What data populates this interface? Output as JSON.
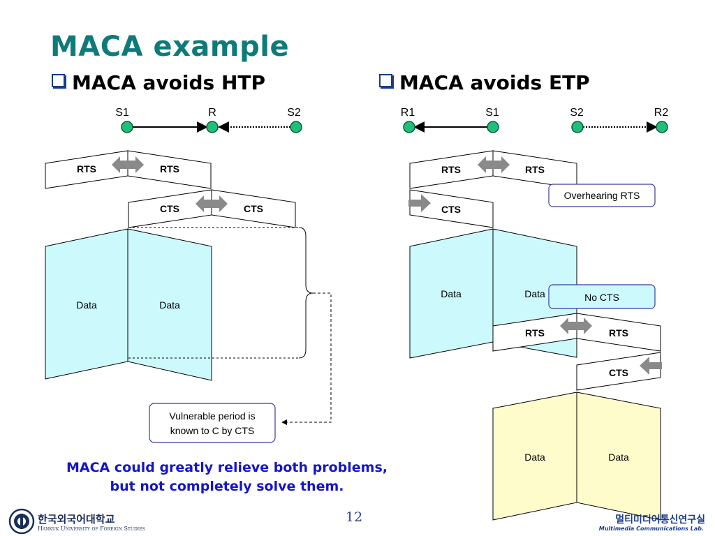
{
  "slide": {
    "title": "MACA example",
    "page_number": "12",
    "conclusion_line1": "MACA could greatly relieve both problems,",
    "conclusion_line2": "but not completely solve them."
  },
  "left": {
    "heading": "MACA avoids HTP",
    "nodes": [
      "S1",
      "R",
      "S2"
    ],
    "rts": [
      "RTS",
      "RTS"
    ],
    "cts": [
      "CTS",
      "CTS"
    ],
    "data": [
      "Data",
      "Data"
    ],
    "callout": [
      "Vulnerable period is",
      "known to C by CTS"
    ]
  },
  "right": {
    "heading": "MACA avoids ETP",
    "nodes": [
      "R1",
      "S1",
      "S2",
      "R2"
    ],
    "rts1": [
      "RTS",
      "RTS"
    ],
    "cts1": "CTS",
    "data1": [
      "Data",
      "Data"
    ],
    "rts2": [
      "RTS",
      "RTS"
    ],
    "cts2": "CTS",
    "data2": [
      "Data",
      "Data"
    ],
    "callout_overhearing": "Overhearing RTS",
    "callout_nocts": "No CTS"
  },
  "footer": {
    "university_ko": "한국외국어대학교",
    "university_en": "Hankuk University of Foreign Studies",
    "lab_ko": "멀티미디어통신연구실",
    "lab_en": "Multimedia Communications Lab."
  },
  "colors": {
    "title": "#0e7a7a",
    "node_fill": "#1fbf7a",
    "data_cyan": "#ccf9fc",
    "data_yellow": "#fffccc",
    "arrow_gray": "#8a8a8a",
    "callout_border": "#3a3aa0",
    "conclusion": "#1515c8"
  }
}
